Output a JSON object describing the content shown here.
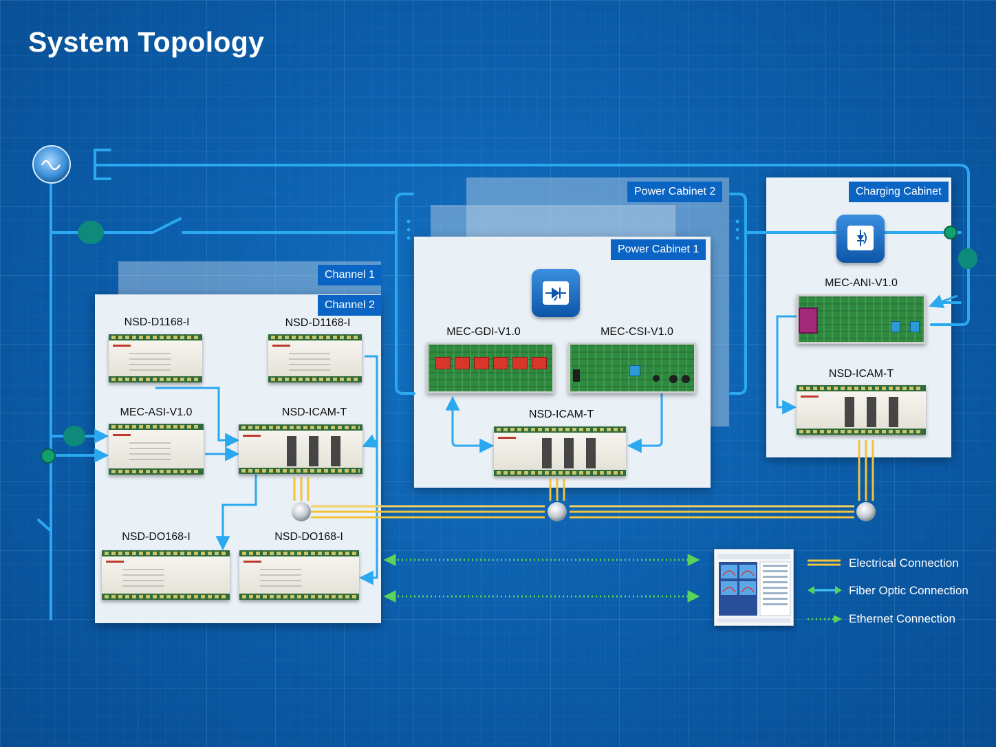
{
  "title": "System Topology",
  "groups": {
    "channel1": "Channel 1",
    "channel2": "Channel 2",
    "power_cabinet_1": "Power Cabinet 1",
    "power_cabinet_2": "Power Cabinet 2",
    "charging_cabinet": "Charging Cabinet"
  },
  "devices": {
    "ch_d1168_left": "NSD-D1168-I",
    "ch_d1168_right": "NSD-D1168-I",
    "ch_asi": "MEC-ASI-V1.0",
    "ch_icam": "NSD-ICAM-T",
    "ch_do168_left": "NSD-DO168-I",
    "ch_do168_right": "NSD-DO168-I",
    "pc_gdi": "MEC-GDI-V1.0",
    "pc_csi": "MEC-CSI-V1.0",
    "pc_icam": "NSD-ICAM-T",
    "cc_ani": "MEC-ANI-V1.0",
    "cc_icam": "NSD-ICAM-T"
  },
  "legend": {
    "electrical": "Electrical Connection",
    "fiber": "Fiber Optic Connection",
    "ethernet": "Ethernet Connection"
  },
  "icons": {
    "ac_source": "sine-wave-icon",
    "power_cabinet": "thyristor-icon",
    "charging_cabinet": "rectifier-icon"
  },
  "colors": {
    "bus_line": "#2aa8f0",
    "electrical": "#f2c23a",
    "fiber": "#3ec6f5",
    "ethernet": "#5ad35a",
    "tag": "#0a64c4",
    "node": "#0e8a7a"
  }
}
